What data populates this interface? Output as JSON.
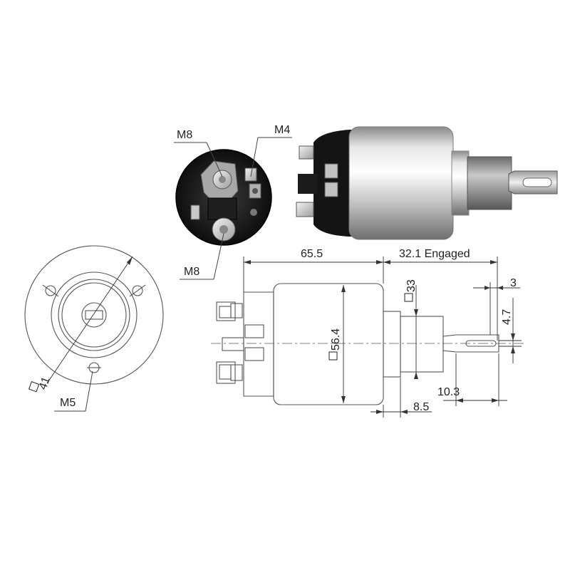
{
  "photo_labels": {
    "terminal_top": "M8",
    "terminal_small": "M4",
    "terminal_bottom": "M8"
  },
  "front_view_labels": {
    "square_size": "41",
    "mount_thread": "M5"
  },
  "side_view_dimensions": {
    "overall_length": "65.5",
    "engaged_stroke": "32.1 Engaged",
    "body_size": "56.4",
    "nose_size": "33",
    "tab_offset": "3",
    "tab_width": "4.7",
    "tab_length": "10.3",
    "nose_length": "8.5"
  }
}
